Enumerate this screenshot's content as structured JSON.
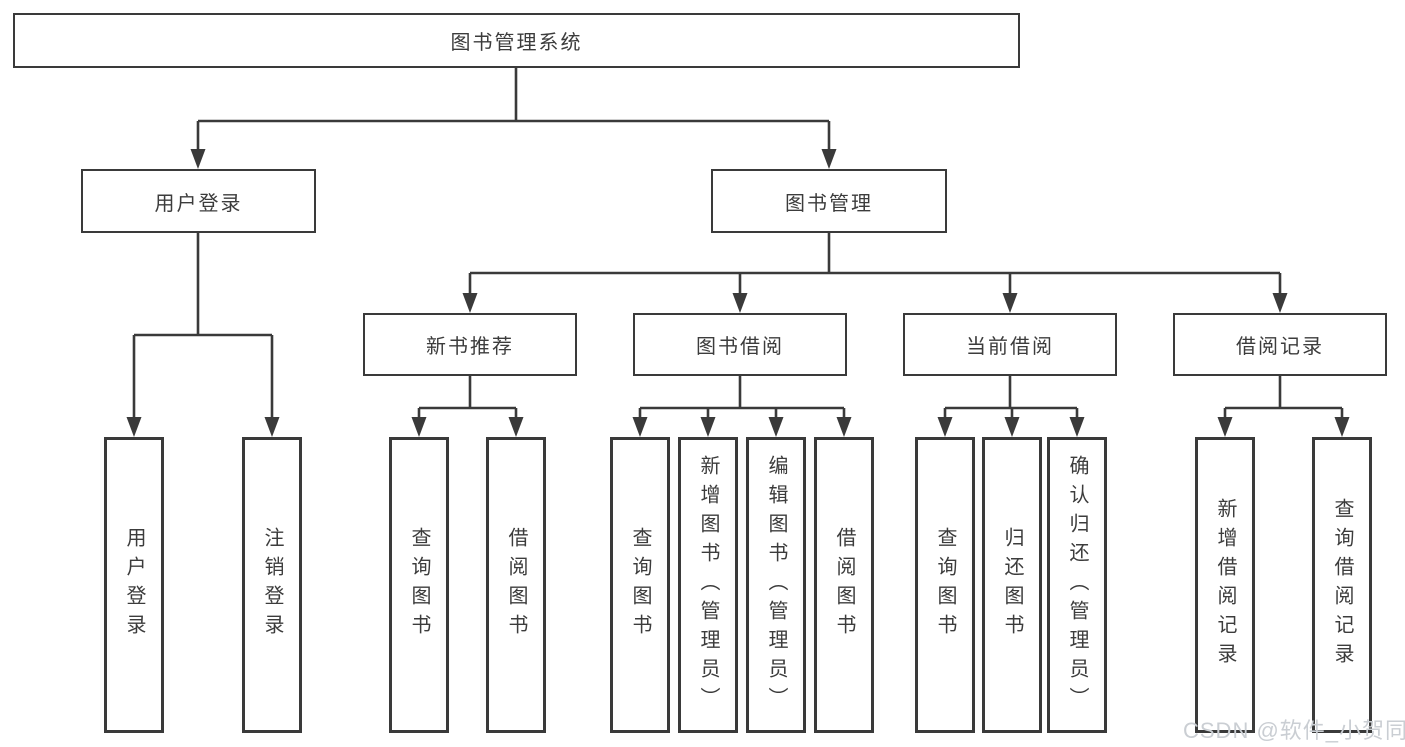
{
  "diagram_title": "图书管理系统",
  "tree": {
    "label": "图书管理系统",
    "children": [
      {
        "label": "用户登录",
        "children": [
          {
            "label": "用户登录"
          },
          {
            "label": "注销登录"
          }
        ]
      },
      {
        "label": "图书管理",
        "children": [
          {
            "label": "新书推荐",
            "children": [
              {
                "label": "查询图书"
              },
              {
                "label": "借阅图书"
              }
            ]
          },
          {
            "label": "图书借阅",
            "children": [
              {
                "label": "查询图书"
              },
              {
                "label": "新增图书（管理员）"
              },
              {
                "label": "编辑图书（管理员）"
              },
              {
                "label": "借阅图书"
              }
            ]
          },
          {
            "label": "当前借阅",
            "children": [
              {
                "label": "查询图书"
              },
              {
                "label": "归还图书"
              },
              {
                "label": "确认归还（管理员）"
              }
            ]
          },
          {
            "label": "借阅记录",
            "children": [
              {
                "label": "新增借阅记录"
              },
              {
                "label": "查询借阅记录"
              }
            ]
          }
        ]
      }
    ]
  },
  "watermark": "CSDN @软件_小贺同学",
  "colors": {
    "line": "#3a3a3a",
    "text": "#3c3c3c",
    "background": "#ffffff",
    "watermark": "#caced3"
  }
}
